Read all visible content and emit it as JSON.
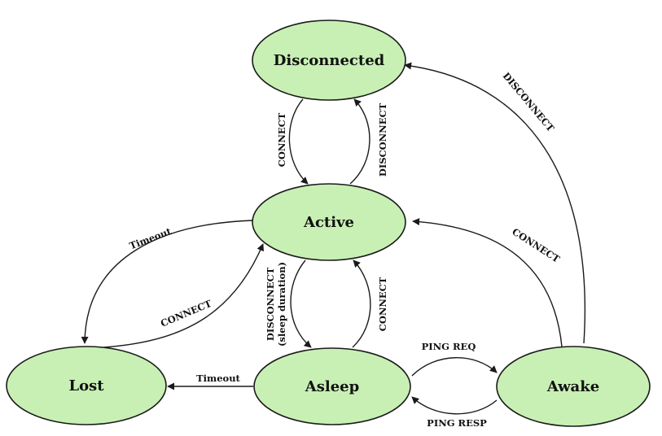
{
  "colors": {
    "node_fill": "#c8f0b4",
    "stroke": "#1a1a1a",
    "text": "#111111"
  },
  "states": {
    "disconnected": "Disconnected",
    "active": "Active",
    "lost": "Lost",
    "asleep": "Asleep",
    "awake": "Awake"
  },
  "transitions": {
    "disconnected_to_active": "CONNECT",
    "active_to_disconnected": "DISCONNECT",
    "awake_to_disconnected": "DISCONNECT",
    "active_to_lost": "Timeout",
    "lost_to_active": "CONNECT",
    "awake_to_active": "CONNECT",
    "active_to_asleep_line1": "DISCONNECT",
    "active_to_asleep_line2": "(sleep duration)",
    "asleep_to_active": "CONNECT",
    "asleep_to_lost": "Timeout",
    "asleep_to_awake": "PING REQ",
    "awake_to_asleep": "PING RESP"
  }
}
